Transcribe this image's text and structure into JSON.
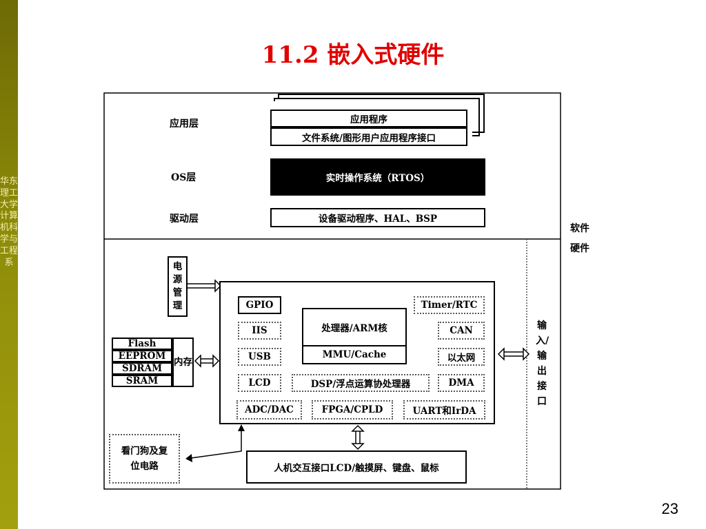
{
  "slide": {
    "title": "11.2 嵌入式硬件",
    "page_number": "23",
    "sidebar_text": "华东理工大学计算机科学与工程系"
  },
  "diagram": {
    "software": {
      "layer_app": "应用层",
      "layer_os": "OS层",
      "layer_driver": "驱动层",
      "app_program": "应用程序",
      "app_interface": "文件系统/图形用户应用程序接口",
      "rtos": "实时操作系统（RTOS）",
      "drivers": "设备驱动程序、HAL、BSP"
    },
    "boundary": {
      "software_label": "软件",
      "hardware_label": "硬件"
    },
    "hardware": {
      "power": "电源管理",
      "memory_label": "内存",
      "memory_items": [
        "Flash",
        "EEPROM",
        "SDRAM",
        "SRAM"
      ],
      "processor": "处理器/ARM核",
      "mmu": "MMU/Cache",
      "gpio": "GPIO",
      "iis": "IIS",
      "usb": "USB",
      "lcd": "LCD",
      "adc_dac": "ADC/DAC",
      "dsp": "DSP/浮点运算协处理器",
      "fpga": "FPGA/CPLD",
      "uart": "UART和IrDA",
      "timer": "Timer/RTC",
      "can": "CAN",
      "ethernet": "以太网",
      "dma": "DMA",
      "io_interface": "输入/输出接口",
      "watchdog": "看门狗及复位电路",
      "hmi": "人机交互接口LCD/触摸屏、键盘、鼠标"
    }
  }
}
